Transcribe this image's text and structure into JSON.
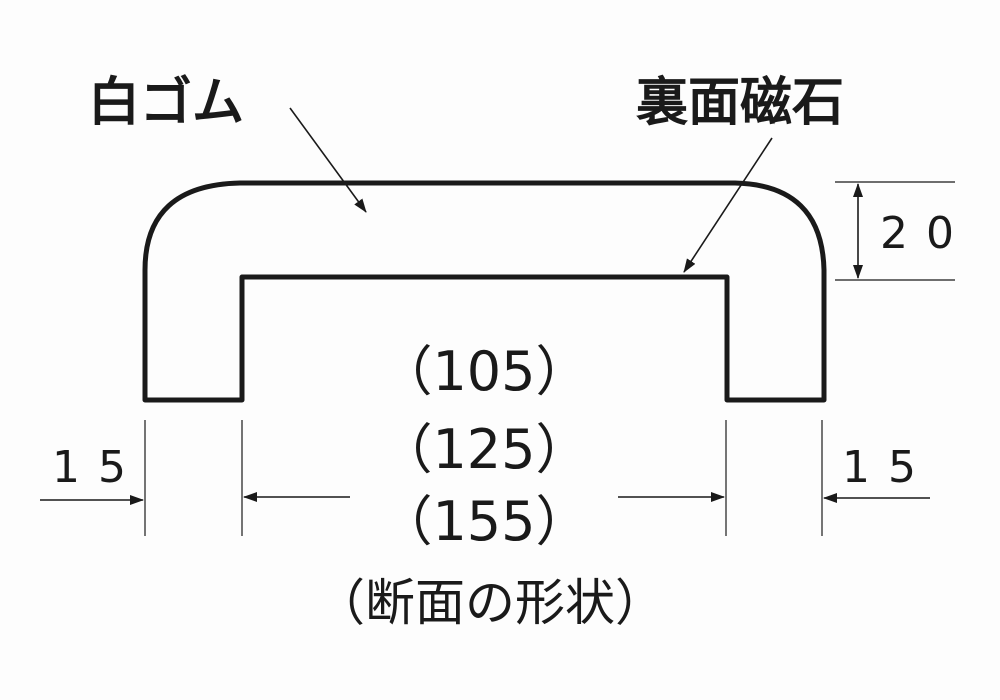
{
  "labels": {
    "white_rubber": "白ゴム",
    "back_magnet": "裏面磁石",
    "height": "20",
    "left_width": "15",
    "right_width": "15",
    "inner_width_1": "（105）",
    "inner_width_2": "（125）",
    "inner_width_3": "（155）",
    "caption": "（断面の形状）"
  },
  "colors": {
    "line": "#1a1a1a",
    "background": "#fdfdfd"
  }
}
